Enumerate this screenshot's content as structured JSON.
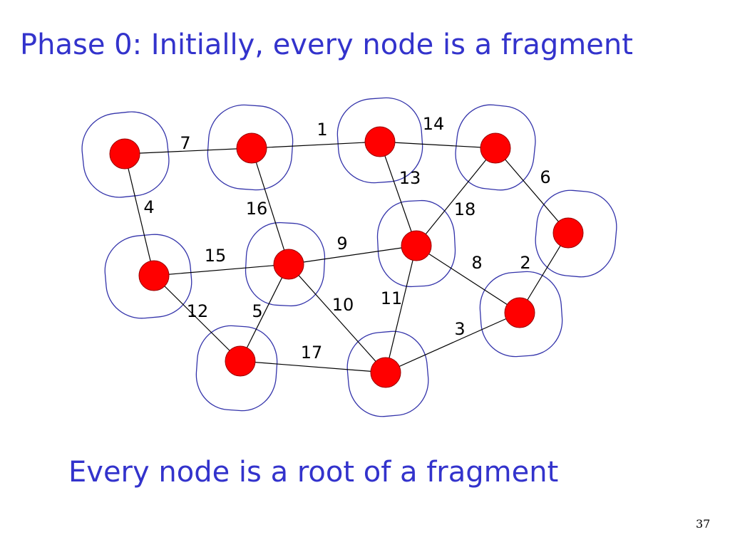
{
  "slide": {
    "title": "Phase 0: Initially, every node is a fragment",
    "subtitle": "Every node is a root of a fragment",
    "page_number": "37"
  },
  "colors": {
    "text": "#3333cc",
    "node_fill": "#ff0000",
    "node_stroke": "#990000",
    "fragment_outline": "#3333aa",
    "edge": "#000000"
  },
  "graph": {
    "nodes": [
      {
        "id": "a"
      },
      {
        "id": "b"
      },
      {
        "id": "c"
      },
      {
        "id": "d"
      },
      {
        "id": "e"
      },
      {
        "id": "f"
      },
      {
        "id": "g"
      },
      {
        "id": "h"
      },
      {
        "id": "i"
      },
      {
        "id": "j"
      },
      {
        "id": "k"
      },
      {
        "id": "l"
      }
    ],
    "edges": [
      {
        "from": "a",
        "to": "b",
        "weight": "7"
      },
      {
        "from": "b",
        "to": "c",
        "weight": "1"
      },
      {
        "from": "c",
        "to": "d",
        "weight": "14"
      },
      {
        "from": "c",
        "to": "g",
        "weight": "13"
      },
      {
        "from": "d",
        "to": "h",
        "weight": "6"
      },
      {
        "from": "a",
        "to": "e",
        "weight": "4"
      },
      {
        "from": "b",
        "to": "f",
        "weight": "16"
      },
      {
        "from": "d",
        "to": "g",
        "weight": "18"
      },
      {
        "from": "f",
        "to": "g",
        "weight": "9"
      },
      {
        "from": "e",
        "to": "f",
        "weight": "15"
      },
      {
        "from": "g",
        "to": "i",
        "weight": "8"
      },
      {
        "from": "h",
        "to": "i",
        "weight": "2"
      },
      {
        "from": "e",
        "to": "j",
        "weight": "12"
      },
      {
        "from": "f",
        "to": "j",
        "weight": "5"
      },
      {
        "from": "f",
        "to": "k",
        "weight": "10"
      },
      {
        "from": "g",
        "to": "k",
        "weight": "11"
      },
      {
        "from": "i",
        "to": "k",
        "weight": "3"
      },
      {
        "from": "j",
        "to": "k",
        "weight": "17"
      }
    ]
  }
}
